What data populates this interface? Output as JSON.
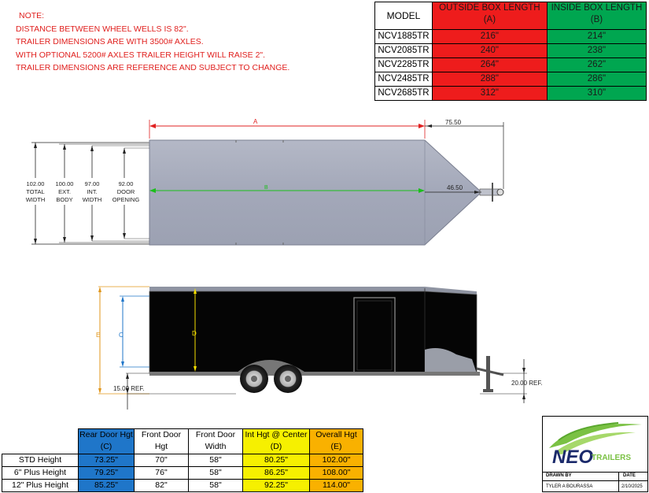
{
  "notes": [
    "NOTE:",
    "DISTANCE BETWEEN WHEEL WELLS IS 82\".",
    "TRAILER DIMENSIONS ARE WITH 3500# AXLES.",
    "WITH OPTIONAL 5200# AXLES TRAILER HEIGHT WILL RAISE 2\".",
    "TRAILER DIMENSIONS ARE REFERENCE AND SUBJECT TO CHANGE."
  ],
  "model_table": {
    "headers": {
      "model": "MODEL",
      "outside": "OUTSIDE BOX LENGTH",
      "outside_sub": "(A)",
      "inside": "INSIDE BOX LENGTH",
      "inside_sub": "(B)"
    },
    "rows": [
      {
        "model": "NCV1885TR",
        "outside": "216\"",
        "inside": "214\""
      },
      {
        "model": "NCV2085TR",
        "outside": "240\"",
        "inside": "238\""
      },
      {
        "model": "NCV2285TR",
        "outside": "264\"",
        "inside": "262\""
      },
      {
        "model": "NCV2485TR",
        "outside": "288\"",
        "inside": "286\""
      },
      {
        "model": "NCV2685TR",
        "outside": "312\"",
        "inside": "310\""
      }
    ],
    "colors": {
      "outside": "#ee1c1c",
      "inside": "#00a650"
    }
  },
  "top_view": {
    "label_a": "A",
    "label_b": "B",
    "dim_75": "75.50",
    "dim_46": "46.50",
    "widths": [
      {
        "value": "102.00",
        "line1": "TOTAL",
        "line2": "WIDTH"
      },
      {
        "value": "100.00",
        "line1": "EXT.",
        "line2": "BODY"
      },
      {
        "value": "97.00",
        "line1": "INT.",
        "line2": "WIDTH"
      },
      {
        "value": "92.00",
        "line1": "DOOR",
        "line2": "OPENING"
      }
    ]
  },
  "side_view": {
    "label_c": "C",
    "label_d": "D",
    "label_e": "E",
    "ref_rear": "15.00 REF.",
    "ref_front": "20.00 REF."
  },
  "height_table": {
    "headers": [
      {
        "line1": "",
        "line2": ""
      },
      {
        "line1": "Rear Door Hgt",
        "line2": "(C)"
      },
      {
        "line1": "Front Door",
        "line2": "Hgt"
      },
      {
        "line1": "Front Door",
        "line2": "Width"
      },
      {
        "line1": "Int Hgt @ Center",
        "line2": "(D)"
      },
      {
        "line1": "Overall Hgt",
        "line2": "(E)"
      }
    ],
    "rows": [
      {
        "label": "STD Height",
        "c": "73.25\"",
        "fdh": "70\"",
        "fdw": "58\"",
        "d": "80.25\"",
        "e": "102.00\""
      },
      {
        "label": "6\" Plus Height",
        "c": "79.25\"",
        "fdh": "76\"",
        "fdw": "58\"",
        "d": "86.25\"",
        "e": "108.00\""
      },
      {
        "label": "12\" Plus Height",
        "c": "85.25\"",
        "fdh": "82\"",
        "fdw": "58\"",
        "d": "92.25\"",
        "e": "114.00\""
      }
    ],
    "colors": {
      "c": "#1f76c9",
      "d": "#f6f000",
      "e": "#f9b100"
    }
  },
  "title_block": {
    "logo_main": "NEO",
    "logo_sub": "TRAILERS",
    "drawn_by_label": "DRAWN BY",
    "date_label": "DATE",
    "drawn_by": "TYLER A BOURASSA",
    "date": "2/10/2025"
  }
}
